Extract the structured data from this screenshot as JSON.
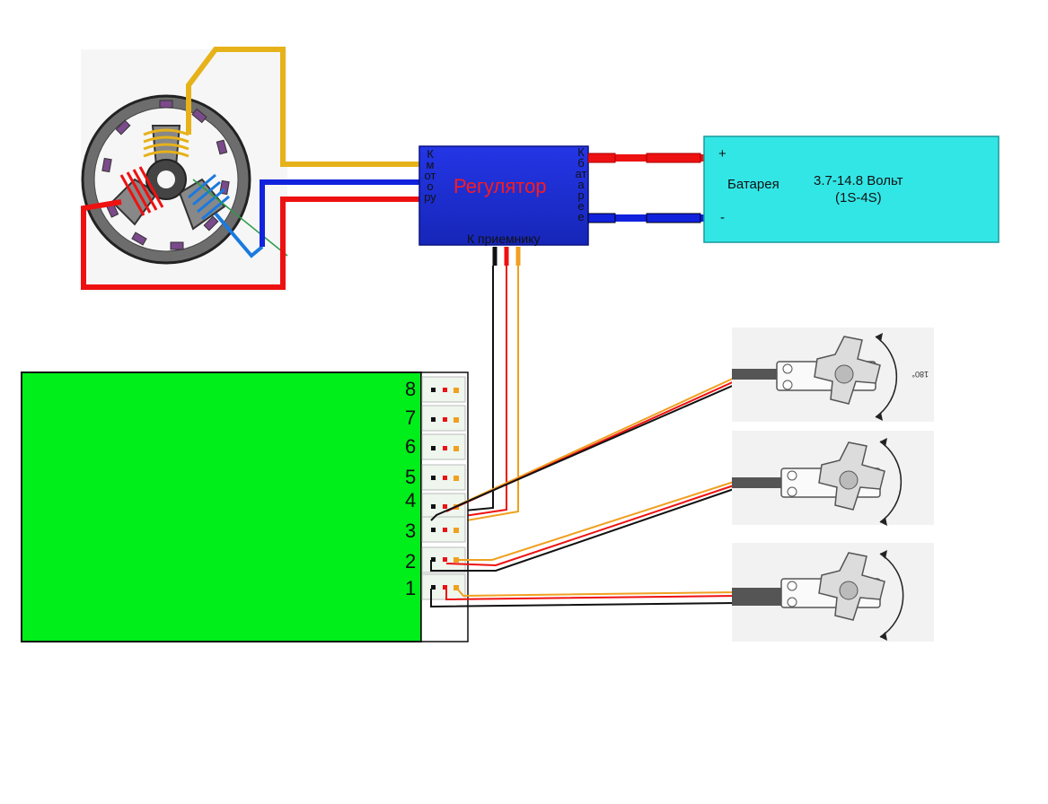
{
  "esc": {
    "title": "Регулятор",
    "motor_side": "К мотору",
    "battery_side": "К батарее",
    "receiver_label": "К приемнику"
  },
  "battery": {
    "name": "Батарея",
    "voltage": "3.7-14.8 Вольт",
    "cells": "(1S-4S)",
    "plus": "+",
    "minus": "-"
  },
  "receiver": {
    "channels": [
      "8",
      "7",
      "6",
      "5",
      "4",
      "3",
      "2",
      "1"
    ]
  },
  "colors": {
    "esc_body": "#1f2fd8",
    "battery_body": "#33e6e6",
    "receiver_body": "#00ee1a",
    "wire_red": "#ee1111",
    "wire_blue": "#1122dd",
    "wire_yellow": "#e6b21a",
    "wire_orange": "#f0a020",
    "wire_black": "#111111"
  }
}
